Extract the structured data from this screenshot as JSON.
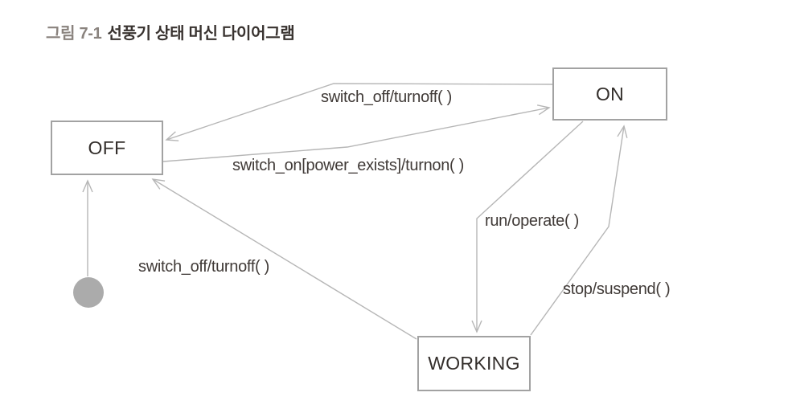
{
  "figure": {
    "label": "그림 7-1",
    "title": "선풍기 상태 머신 다이어그램"
  },
  "diagram": {
    "type": "uml-state-machine",
    "initial_marker": {
      "shape": "filled-circle",
      "color": "#ababab"
    },
    "states": [
      {
        "id": "off",
        "label": "OFF"
      },
      {
        "id": "on",
        "label": "ON"
      },
      {
        "id": "working",
        "label": "WORKING"
      }
    ],
    "transitions": [
      {
        "from": "ON",
        "to": "OFF",
        "label": "switch_off/turnoff( )"
      },
      {
        "from": "OFF",
        "to": "ON",
        "label": "switch_on[power_exists]/turnon( )"
      },
      {
        "from": "ON",
        "to": "WORKING",
        "label": "run/operate( )"
      },
      {
        "from": "WORKING",
        "to": "ON",
        "label": "stop/suspend( )"
      },
      {
        "from": "WORKING",
        "to": "OFF",
        "label": "switch_off/turnoff( )"
      },
      {
        "from": "initial",
        "to": "OFF",
        "label": ""
      }
    ],
    "colors": {
      "edge_line": "#b6b6b6",
      "box_border": "#a2a2a2",
      "box_fill": "#ffffff",
      "initial_circle": "#ababab",
      "label_text": "#403a37",
      "state_text": "#332e2b",
      "figure_label_text": "#8a837e",
      "figure_title_text": "#38322f"
    }
  }
}
